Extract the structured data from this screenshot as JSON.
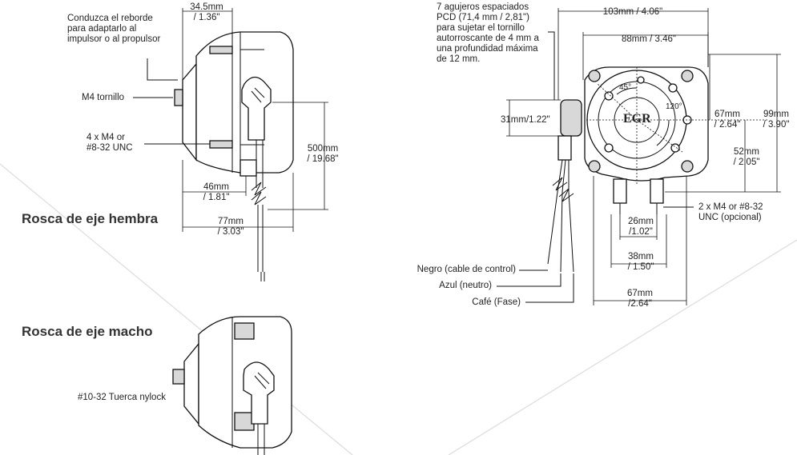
{
  "headings": {
    "female": "Rosca de eje hembra",
    "male": "Rosca de eje macho"
  },
  "left_view": {
    "dim_top": "34.5mm\n/ 1.36\"",
    "adapter_note": "Conduzca el reborde\npara adaptarlo al\nimpulsor o al propulsor",
    "screw": "M4 tornillo",
    "mount_screws": "4 x M4 or\n#8-32 UNC",
    "dim_cable": "500mm\n/ 19.68\"",
    "dim_46": "46mm\n/ 1.81\"",
    "dim_77": "77mm\n/ 3.03\""
  },
  "male_view": {
    "nut": "#10-32 Tuerca nylock"
  },
  "right_view": {
    "holes_note": "7 agujeros espaciados\nPCD (71,4 mm / 2,81\")\npara sujetar el tornillo\nautorroscante de 4 mm a\nuna profundidad máxima\nde 12 mm.",
    "dim_103": "103mm / 4.06\"",
    "dim_88": "88mm / 3.46\"",
    "dim_31": "31mm/1.22\"",
    "dim_67_v": "67mm\n/ 2.64\"",
    "dim_99": "99mm\n/ 3.90\"",
    "dim_52": "52mm\n/ 2.05\"",
    "dim_26": "26mm\n/1.02\"",
    "dim_38": "38mm\n/ 1.50\"",
    "dim_67_h": "67mm\n/2.64\"",
    "base_screws": "2 x M4 or #8-32\nUNC (opcional)",
    "angle_45": "45°",
    "angle_120": "120°",
    "logo": "EGR",
    "wire_black": "Negro (cable de control)",
    "wire_blue": "Azul (neutro)",
    "wire_brown": "Café (Fase)"
  }
}
